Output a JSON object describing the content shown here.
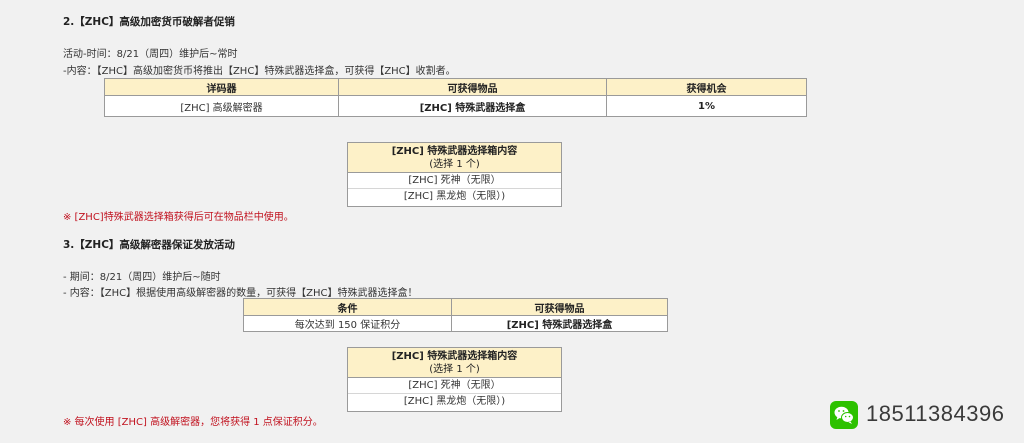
{
  "section1": {
    "title": "2.【ZHC】高级加密货币破解者促销",
    "time_line": "活动-时间：8/21（周四）维护后~常时",
    "content_line": "-内容：【ZHC】高级加密货币将推出【ZHC】特殊武器选择盒，可获得【ZHC】收割者。",
    "table": {
      "headers": [
        "详码器",
        "可获得物品",
        "获得机会"
      ],
      "row": [
        "[ZHC] 高级解密器",
        "[ZHC] 特殊武器选择盒",
        "1%"
      ]
    },
    "box": {
      "title": "[ZHC] 特殊武器选择箱内容",
      "subtitle": "(选择 1 个)",
      "items": [
        "[ZHC] 死神（无限）",
        "[ZHC] 黑龙炮（无限）)"
      ]
    },
    "note": "※ [ZHC]特殊武器选择箱获得后可在物品栏中使用。"
  },
  "section2": {
    "title": "3.【ZHC】高级解密器保证发放活动",
    "time_line": "- 期间：8/21（周四）维护后~随时",
    "content_line": "- 内容：【ZHC】根据使用高级解密器的数量，可获得【ZHC】特殊武器选择盒！",
    "table": {
      "headers": [
        "条件",
        "可获得物品"
      ],
      "row": [
        "每次达到 150 保证积分",
        "[ZHC] 特殊武器选择盒"
      ]
    },
    "box": {
      "title": "[ZHC] 特殊武器选择箱内容",
      "subtitle": "(选择 1 个)",
      "items": [
        "[ZHC] 死神（无限）",
        "[ZHC] 黑龙炮（无限）)"
      ]
    },
    "note": "※ 每次使用 [ZHC] 高级解密器，您将获得 1 点保证积分。"
  },
  "contact": {
    "icon": "wechat-icon",
    "phone": "18511384396"
  },
  "colors": {
    "header_bg": "#fdf1c8",
    "note_red": "#c1121f",
    "wechat_green": "#2dc100"
  }
}
